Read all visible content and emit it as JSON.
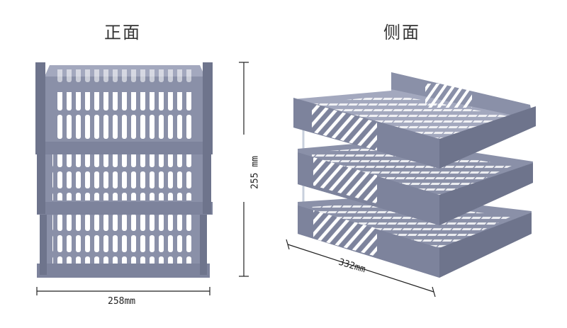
{
  "views": {
    "front": {
      "title": "正面"
    },
    "side": {
      "title": "侧面"
    }
  },
  "dimensions": {
    "front_width": "258mm",
    "height": "255 mm",
    "side_width": "332mm"
  },
  "colors": {
    "tray": "#8a90a8",
    "tray_light": "#a3a8be",
    "tray_dark": "#6e748c",
    "rod": "#c8d0dc"
  }
}
